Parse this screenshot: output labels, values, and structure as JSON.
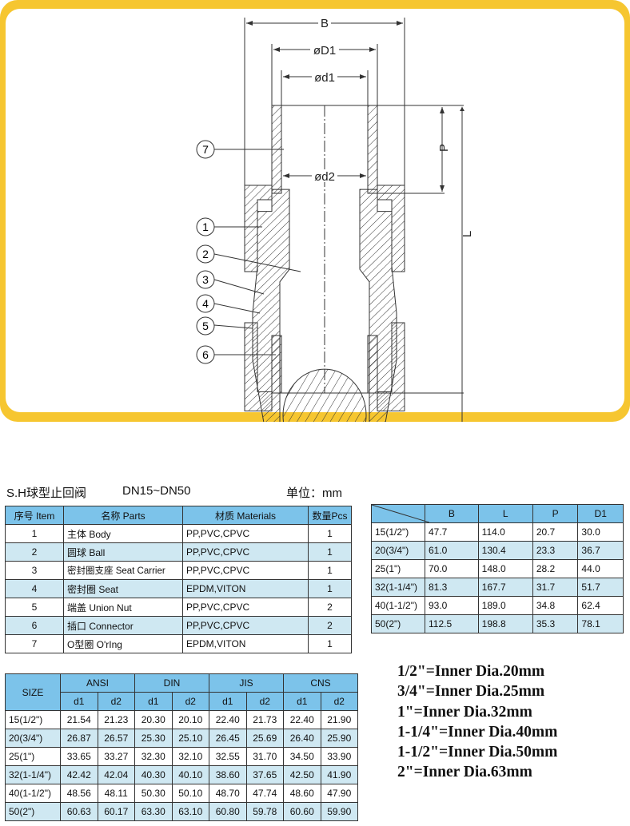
{
  "drawing": {
    "dimension_labels": {
      "B": "B",
      "D1": "øD1",
      "d1": "ød1",
      "d2": "ød2",
      "P": "P",
      "L": "L"
    },
    "callouts": [
      "7",
      "1",
      "2",
      "3",
      "4",
      "5",
      "6"
    ],
    "frame_color": "#f6c630"
  },
  "header": {
    "title": "S.H球型止回阀",
    "range": "DN15~DN50",
    "unit": "单位：mm"
  },
  "parts_table": {
    "columns": [
      "序号 Item",
      "名称  Parts",
      "材质 Materials",
      "数量Pcs"
    ],
    "rows": [
      {
        "item": "1",
        "part": "主体 Body",
        "material": "PP,PVC,CPVC",
        "pcs": "1"
      },
      {
        "item": "2",
        "part": "圆球 Ball",
        "material": "PP,PVC,CPVC",
        "pcs": "1"
      },
      {
        "item": "3",
        "part": "密封圈支座 Seat Carrier",
        "material": "PP,PVC,CPVC",
        "pcs": "1"
      },
      {
        "item": "4",
        "part": "密封圈 Seat",
        "material": "EPDM,VITON",
        "pcs": "1"
      },
      {
        "item": "5",
        "part": "端盖 Union Nut",
        "material": "PP,PVC,CPVC",
        "pcs": "2"
      },
      {
        "item": "6",
        "part": "插口 Connector",
        "material": "PP,PVC,CPVC",
        "pcs": "2"
      },
      {
        "item": "7",
        "part": "O型圈 O'rIng",
        "material": "EPDM,VITON",
        "pcs": "1"
      }
    ]
  },
  "dimension_table": {
    "columns": [
      "",
      "B",
      "L",
      "P",
      "D1"
    ],
    "rows": [
      {
        "size": "15(1/2\")",
        "B": "47.7",
        "L": "114.0",
        "P": "20.7",
        "D1": "30.0"
      },
      {
        "size": "20(3/4\")",
        "B": "61.0",
        "L": "130.4",
        "P": "23.3",
        "D1": "36.7"
      },
      {
        "size": "25(1\")",
        "B": "70.0",
        "L": "148.0",
        "P": "28.2",
        "D1": "44.0"
      },
      {
        "size": "32(1-1/4\")",
        "B": "81.3",
        "L": "167.7",
        "P": "31.7",
        "D1": "51.7"
      },
      {
        "size": "40(1-1/2\")",
        "B": "93.0",
        "L": "189.0",
        "P": "34.8",
        "D1": "62.4"
      },
      {
        "size": "50(2\")",
        "B": "112.5",
        "L": "198.8",
        "P": "35.3",
        "D1": "78.1"
      }
    ]
  },
  "standards_table": {
    "size_label": "SIZE",
    "standards": [
      "ANSI",
      "DIN",
      "JIS",
      "CNS"
    ],
    "sub_columns": [
      "d1",
      "d2"
    ],
    "rows": [
      {
        "size": "15(1/2\")",
        "values": [
          "21.54",
          "21.23",
          "20.30",
          "20.10",
          "22.40",
          "21.73",
          "22.40",
          "21.90"
        ]
      },
      {
        "size": "20(3/4\")",
        "values": [
          "26.87",
          "26.57",
          "25.30",
          "25.10",
          "26.45",
          "25.69",
          "26.40",
          "25.90"
        ]
      },
      {
        "size": "25(1\")",
        "values": [
          "33.65",
          "33.27",
          "32.30",
          "32.10",
          "32.55",
          "31.70",
          "34.50",
          "33.90"
        ]
      },
      {
        "size": "32(1-1/4\")",
        "values": [
          "42.42",
          "42.04",
          "40.30",
          "40.10",
          "38.60",
          "37.65",
          "42.50",
          "41.90"
        ]
      },
      {
        "size": "40(1-1/2\")",
        "values": [
          "48.56",
          "48.11",
          "50.30",
          "50.10",
          "48.70",
          "47.74",
          "48.60",
          "47.90"
        ]
      },
      {
        "size": "50(2\")",
        "values": [
          "60.63",
          "60.17",
          "63.30",
          "63.10",
          "60.80",
          "59.78",
          "60.60",
          "59.90"
        ]
      }
    ]
  },
  "notes": [
    "1/2\"=Inner Dia.20mm",
    "3/4\"=Inner Dia.25mm",
    "1\"=Inner Dia.32mm",
    "1-1/4\"=Inner Dia.40mm",
    "1-1/2\"=Inner Dia.50mm",
    "2\"=Inner Dia.63mm"
  ],
  "colors": {
    "header_blue": "#7cc3ea",
    "stripe_blue": "#cfe8f2",
    "frame_yellow": "#f6c630"
  }
}
